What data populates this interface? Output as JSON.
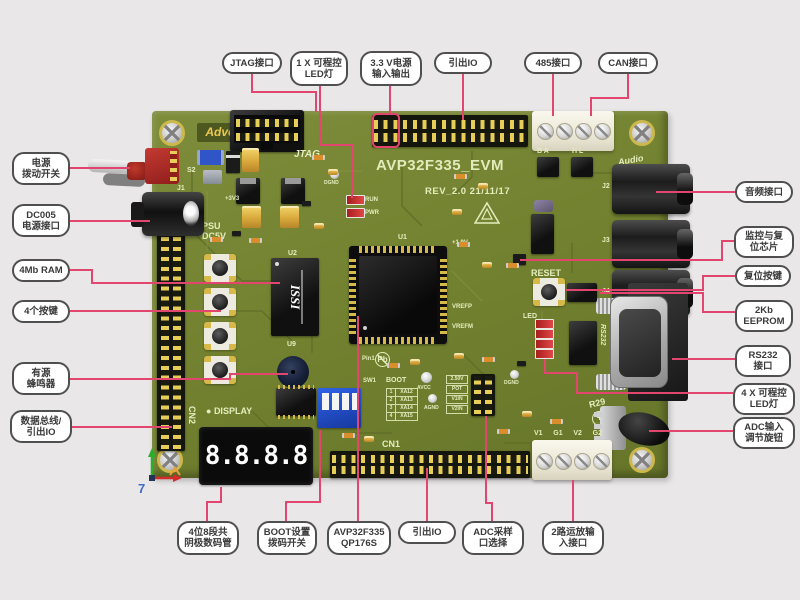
{
  "page": {
    "background": "#e9e7e7"
  },
  "colors": {
    "leader_line": "#e2466e",
    "board_green": "#72812f",
    "silkscreen": "#e5edbe",
    "pin_gold": "#e6ce58",
    "label_border": "#4f4f4f"
  },
  "callouts": {
    "items": [
      {
        "id": "jtag-port",
        "lines": [
          "JTAG接口"
        ]
      },
      {
        "id": "led-1x",
        "lines": [
          "1 X 可程控",
          "LED灯"
        ]
      },
      {
        "id": "power-3v3",
        "lines": [
          "3.3 V电源",
          "输入输出"
        ]
      },
      {
        "id": "io-top",
        "lines": [
          "引出IO"
        ]
      },
      {
        "id": "port-485",
        "lines": [
          "485接口"
        ]
      },
      {
        "id": "port-can",
        "lines": [
          "CAN接口"
        ]
      },
      {
        "id": "power-toggle",
        "lines": [
          "电源",
          "拨动开关"
        ]
      },
      {
        "id": "dc005",
        "lines": [
          "DC005",
          "电源接口"
        ]
      },
      {
        "id": "ram-4mb",
        "lines": [
          "4Mb RAM"
        ]
      },
      {
        "id": "keys-4",
        "lines": [
          "4个按键"
        ]
      },
      {
        "id": "buzzer-label",
        "lines": [
          "有源",
          "蜂鸣器"
        ]
      },
      {
        "id": "databus-io",
        "lines": [
          "数据总线/",
          "引出IO"
        ]
      },
      {
        "id": "audio-port",
        "lines": [
          "音频接口"
        ]
      },
      {
        "id": "monitor-chip",
        "lines": [
          "监控与复",
          "位芯片"
        ]
      },
      {
        "id": "reset-key",
        "lines": [
          "复位按键"
        ]
      },
      {
        "id": "eeprom-2kb",
        "lines": [
          "2Kb",
          "EEPROM"
        ]
      },
      {
        "id": "rs232-port",
        "lines": [
          "RS232",
          "接口"
        ]
      },
      {
        "id": "led-4x",
        "lines": [
          "4 X 可程控",
          "LED灯"
        ]
      },
      {
        "id": "adc-knob",
        "lines": [
          "ADC输入",
          "调节旋钮"
        ]
      },
      {
        "id": "display-4x8",
        "lines": [
          "4位8段共",
          "阴极数码管"
        ]
      },
      {
        "id": "boot-switch",
        "lines": [
          "BOOT设置",
          "拨码开关"
        ]
      },
      {
        "id": "mcu-name",
        "lines": [
          "AVP32F335",
          "QP176S"
        ]
      },
      {
        "id": "io-bottom",
        "lines": [
          "引出IO"
        ]
      },
      {
        "id": "adc-select",
        "lines": [
          "ADC采样",
          "口选择"
        ]
      },
      {
        "id": "opamp-in",
        "lines": [
          "2路运放输",
          "入接口"
        ]
      }
    ]
  },
  "board": {
    "brand": "Advchip",
    "title": "AVP32F335_EVM",
    "revision": "REV_2.0  21/11/17",
    "ram_chip": "ISSI",
    "display_digits": "8.8.8.8",
    "axis_z": "7",
    "silk": {
      "jtag": "JTAG",
      "psu1": "PSU",
      "psu2": "DC5V",
      "s2": "S2",
      "j1": "J1",
      "j2": "J2",
      "j3": "J3",
      "j4": "J4",
      "display": "DISPLAY",
      "cn1": "CN1",
      "cn2": "CN2",
      "reset": "RESET",
      "rs232": "RS232",
      "audio": "Audio",
      "boot": "BOOT",
      "sw1": "SW1",
      "led": "LED",
      "r29": "R29",
      "u1": "U1",
      "u2": "U2",
      "u9": "U9",
      "run": "RUN",
      "pwr": "PWR",
      "ba": "B    A",
      "hl": "H    L",
      "avcc": "AVCC",
      "agnd": "AGND",
      "dgnd": "DGND",
      "vrefp": "VREFP",
      "vrefm": "VREFM",
      "v19": "+1.9V",
      "v33": "+3V3",
      "pin1": "Pin1",
      "pb": "Pb"
    },
    "boot_table": [
      [
        "1",
        "XA12"
      ],
      [
        "2",
        "XA13"
      ],
      [
        "3",
        "XA14"
      ],
      [
        "4",
        "XA15"
      ]
    ],
    "jumper_labels": [
      "2.50V",
      "POT",
      "V1IN",
      "V2IN"
    ],
    "terminal_labels": [
      "V1",
      "G1",
      "V2",
      "G2"
    ]
  }
}
